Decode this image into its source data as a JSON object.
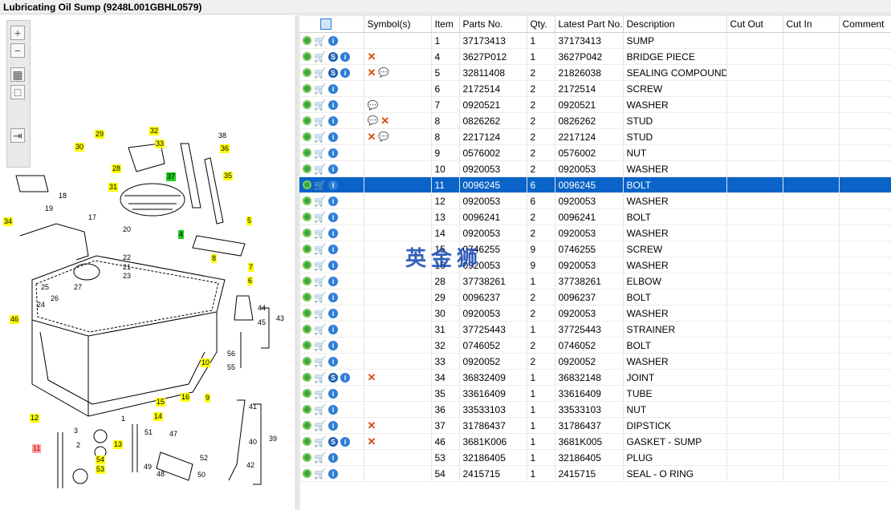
{
  "window": {
    "title": "Lubricating Oil Sump (9248L001GBHL0579)"
  },
  "toolbar": {
    "icons": [
      "zoom-in-icon",
      "zoom-out-icon",
      "fit-grid-icon",
      "fit-page-icon",
      "export-icon"
    ]
  },
  "grid": {
    "headers": {
      "search": "",
      "symbols": "Symbol(s)",
      "item": "Item",
      "parts_no": "Parts No.",
      "qty": "Qty.",
      "latest": "Latest Part No.",
      "description": "Description",
      "cut_out": "Cut Out",
      "cut_in": "Cut In",
      "comment": "Comment"
    },
    "rows": [
      {
        "item": "1",
        "part": "37173413",
        "qty": "1",
        "latest": "37173413",
        "desc": "SUMP",
        "s": false,
        "sym": ""
      },
      {
        "item": "4",
        "part": "3627P012",
        "qty": "1",
        "latest": "3627P042",
        "desc": "BRIDGE PIECE",
        "s": true,
        "sym": "x"
      },
      {
        "item": "5",
        "part": "32811408",
        "qty": "2",
        "latest": "21826038",
        "desc": "SEALING COMPOUND",
        "s": true,
        "sym": "xn"
      },
      {
        "item": "6",
        "part": "2172514",
        "qty": "2",
        "latest": "2172514",
        "desc": "SCREW",
        "s": false,
        "sym": ""
      },
      {
        "item": "7",
        "part": "0920521",
        "qty": "2",
        "latest": "0920521",
        "desc": "WASHER",
        "s": false,
        "sym": "n"
      },
      {
        "item": "8",
        "part": "0826262",
        "qty": "2",
        "latest": "0826262",
        "desc": "STUD",
        "s": false,
        "sym": "nx"
      },
      {
        "item": "8",
        "part": "2217124",
        "qty": "2",
        "latest": "2217124",
        "desc": "STUD",
        "s": false,
        "sym": "xn"
      },
      {
        "item": "9",
        "part": "0576002",
        "qty": "2",
        "latest": "0576002",
        "desc": "NUT",
        "s": false,
        "sym": ""
      },
      {
        "item": "10",
        "part": "0920053",
        "qty": "2",
        "latest": "0920053",
        "desc": "WASHER",
        "s": false,
        "sym": ""
      },
      {
        "item": "11",
        "part": "0096245",
        "qty": "6",
        "latest": "0096245",
        "desc": "BOLT",
        "s": false,
        "sym": "",
        "selected": true
      },
      {
        "item": "12",
        "part": "0920053",
        "qty": "6",
        "latest": "0920053",
        "desc": "WASHER",
        "s": false,
        "sym": ""
      },
      {
        "item": "13",
        "part": "0096241",
        "qty": "2",
        "latest": "0096241",
        "desc": "BOLT",
        "s": false,
        "sym": ""
      },
      {
        "item": "14",
        "part": "0920053",
        "qty": "2",
        "latest": "0920053",
        "desc": "WASHER",
        "s": false,
        "sym": ""
      },
      {
        "item": "15",
        "part": "0746255",
        "qty": "9",
        "latest": "0746255",
        "desc": "SCREW",
        "s": false,
        "sym": ""
      },
      {
        "item": "16",
        "part": "0920053",
        "qty": "9",
        "latest": "0920053",
        "desc": "WASHER",
        "s": false,
        "sym": ""
      },
      {
        "item": "28",
        "part": "37738261",
        "qty": "1",
        "latest": "37738261",
        "desc": "ELBOW",
        "s": false,
        "sym": ""
      },
      {
        "item": "29",
        "part": "0096237",
        "qty": "2",
        "latest": "0096237",
        "desc": "BOLT",
        "s": false,
        "sym": ""
      },
      {
        "item": "30",
        "part": "0920053",
        "qty": "2",
        "latest": "0920053",
        "desc": "WASHER",
        "s": false,
        "sym": ""
      },
      {
        "item": "31",
        "part": "37725443",
        "qty": "1",
        "latest": "37725443",
        "desc": "STRAINER",
        "s": false,
        "sym": ""
      },
      {
        "item": "32",
        "part": "0746052",
        "qty": "2",
        "latest": "0746052",
        "desc": "BOLT",
        "s": false,
        "sym": ""
      },
      {
        "item": "33",
        "part": "0920052",
        "qty": "2",
        "latest": "0920052",
        "desc": "WASHER",
        "s": false,
        "sym": ""
      },
      {
        "item": "34",
        "part": "36832409",
        "qty": "1",
        "latest": "36832148",
        "desc": "JOINT",
        "s": true,
        "sym": "x"
      },
      {
        "item": "35",
        "part": "33616409",
        "qty": "1",
        "latest": "33616409",
        "desc": "TUBE",
        "s": false,
        "sym": ""
      },
      {
        "item": "36",
        "part": "33533103",
        "qty": "1",
        "latest": "33533103",
        "desc": "NUT",
        "s": false,
        "sym": ""
      },
      {
        "item": "37",
        "part": "31786437",
        "qty": "1",
        "latest": "31786437",
        "desc": "DIPSTICK",
        "s": false,
        "sym": "x"
      },
      {
        "item": "46",
        "part": "3681K006",
        "qty": "1",
        "latest": "3681K005",
        "desc": "GASKET - SUMP",
        "s": true,
        "sym": "x"
      },
      {
        "item": "53",
        "part": "32186405",
        "qty": "1",
        "latest": "32186405",
        "desc": "PLUG",
        "s": false,
        "sym": ""
      },
      {
        "item": "54",
        "part": "2415715",
        "qty": "1",
        "latest": "2415715",
        "desc": "SEAL - O RING",
        "s": false,
        "sym": ""
      }
    ]
  },
  "diagram": {
    "callouts_yellow": [
      "29",
      "30",
      "32",
      "33",
      "36",
      "28",
      "35",
      "31",
      "34",
      "5",
      "8",
      "7",
      "6",
      "46",
      "10",
      "16",
      "9",
      "15",
      "14",
      "12",
      "13",
      "54",
      "53"
    ],
    "callouts_green": [
      "37",
      "4"
    ],
    "callouts_red": [
      "11"
    ],
    "callouts_plain": [
      "38",
      "18",
      "19",
      "17",
      "20",
      "22",
      "21",
      "23",
      "25",
      "24",
      "26",
      "27",
      "44",
      "45",
      "43",
      "56",
      "55",
      "3",
      "1",
      "2",
      "51",
      "47",
      "49",
      "48",
      "52",
      "50",
      "41",
      "40",
      "39",
      "42"
    ]
  },
  "watermark": "英金狮"
}
